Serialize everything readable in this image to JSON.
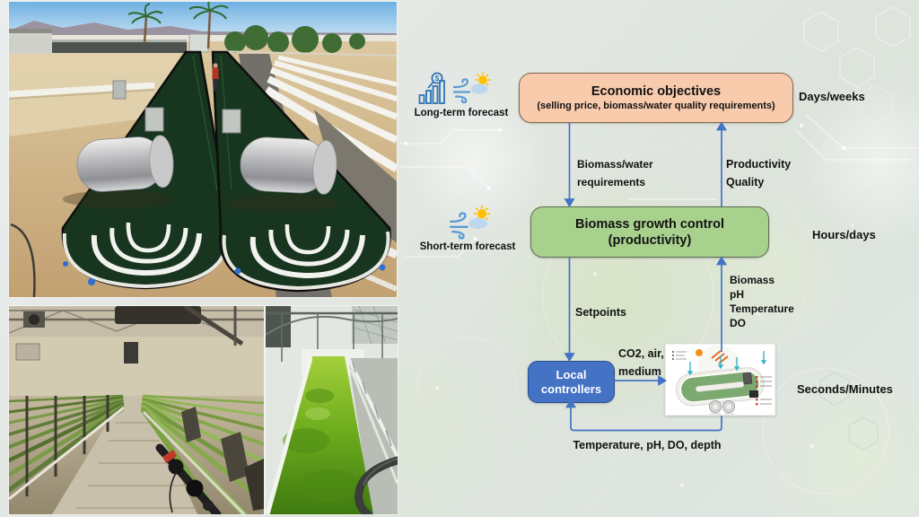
{
  "figure": {
    "forecasts": {
      "long_term": {
        "label": "Long-term forecast",
        "icons": [
          "bar-chart-magnifier-dollar-icon",
          "wind-icon",
          "sun-cloud-icon"
        ]
      },
      "short_term": {
        "label": "Short-term forecast",
        "icons": [
          "wind-icon",
          "sun-cloud-icon"
        ]
      }
    },
    "boxes": {
      "economic": {
        "title": "Economic objectives",
        "subtitle": "(selling price, biomass/water quality requirements)",
        "fill": "#F8CBAD",
        "timescale": "Days/weeks"
      },
      "growth": {
        "title": "Biomass growth control",
        "subtitle": "(productivity)",
        "fill": "#A9D18E",
        "timescale": "Hours/days"
      },
      "local": {
        "title_line1": "Local",
        "title_line2": "controllers",
        "fill": "#4472C4",
        "timescale": "Seconds/Minutes"
      }
    },
    "flow_labels": {
      "biomass_water": [
        "Biomass/water",
        "requirements"
      ],
      "productivity_quality": [
        "Productivity",
        "Quality"
      ],
      "setpoints": "Setpoints",
      "measurements": [
        "Biomass",
        "pH",
        "Temperature",
        "DO"
      ],
      "actuation": [
        "CO2, air,",
        "medium"
      ],
      "feedback": "Temperature, pH, DO, depth"
    },
    "colors": {
      "arrow_blue": "#4472C4",
      "text": "#111111"
    },
    "photos": {
      "top": "outdoor-raceway-ponds-photo",
      "bottom_left": "greenhouse-tubular-photobioreactors-photo",
      "bottom_right": "greenhouse-raceway-pond-photo"
    },
    "reactor_schematic": "raceway-reactor-schematic"
  }
}
